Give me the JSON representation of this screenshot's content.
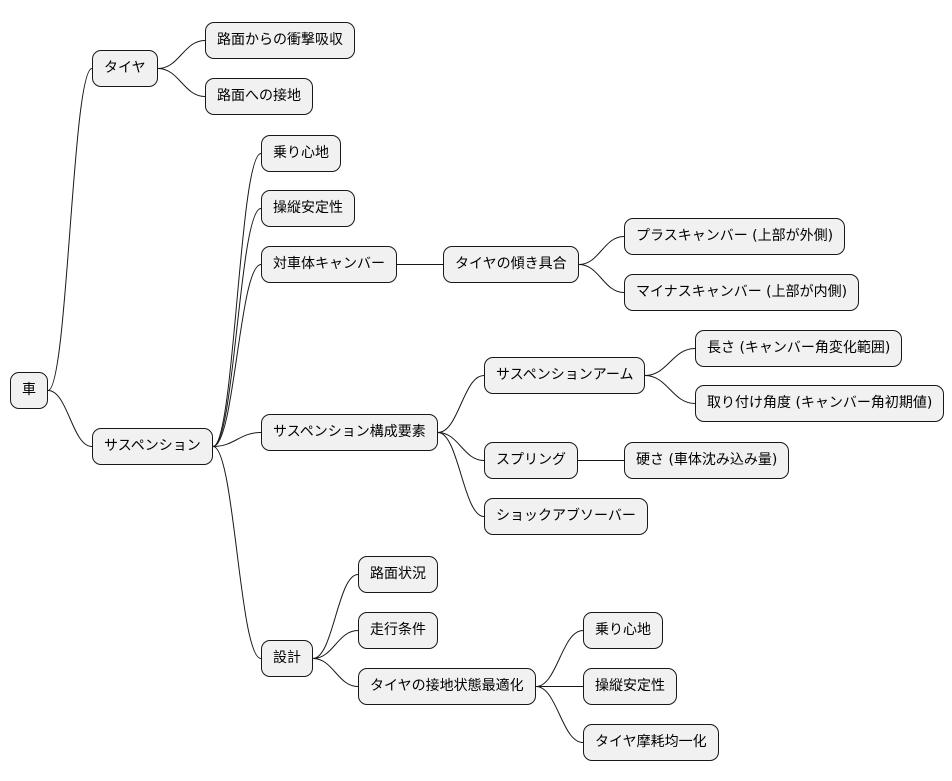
{
  "root": "車",
  "tire": {
    "label": "タイヤ",
    "children": [
      "路面からの衝撃吸収",
      "路面への接地"
    ]
  },
  "suspension": {
    "label": "サスペンション",
    "ride_comfort": "乗り心地",
    "handling": "操縦安定性",
    "camber": {
      "label": "対車体キャンバー",
      "tilt": "タイヤの傾き具合",
      "positive": "プラスキャンバー (上部が外側)",
      "negative": "マイナスキャンバー (上部が内側)"
    },
    "components": {
      "label": "サスペンション構成要素",
      "arm": {
        "label": "サスペンションアーム",
        "length": "長さ (キャンバー角変化範囲)",
        "mount_angle": "取り付け角度 (キャンバー角初期値)"
      },
      "spring": {
        "label": "スプリング",
        "stiffness": "硬さ (車体沈み込み量)"
      },
      "shock": "ショックアブソーバー"
    },
    "design": {
      "label": "設計",
      "road": "路面状況",
      "driving": "走行条件",
      "optimize": {
        "label": "タイヤの接地状態最適化",
        "children": [
          "乗り心地",
          "操縦安定性",
          "タイヤ摩耗均一化"
        ]
      }
    }
  }
}
